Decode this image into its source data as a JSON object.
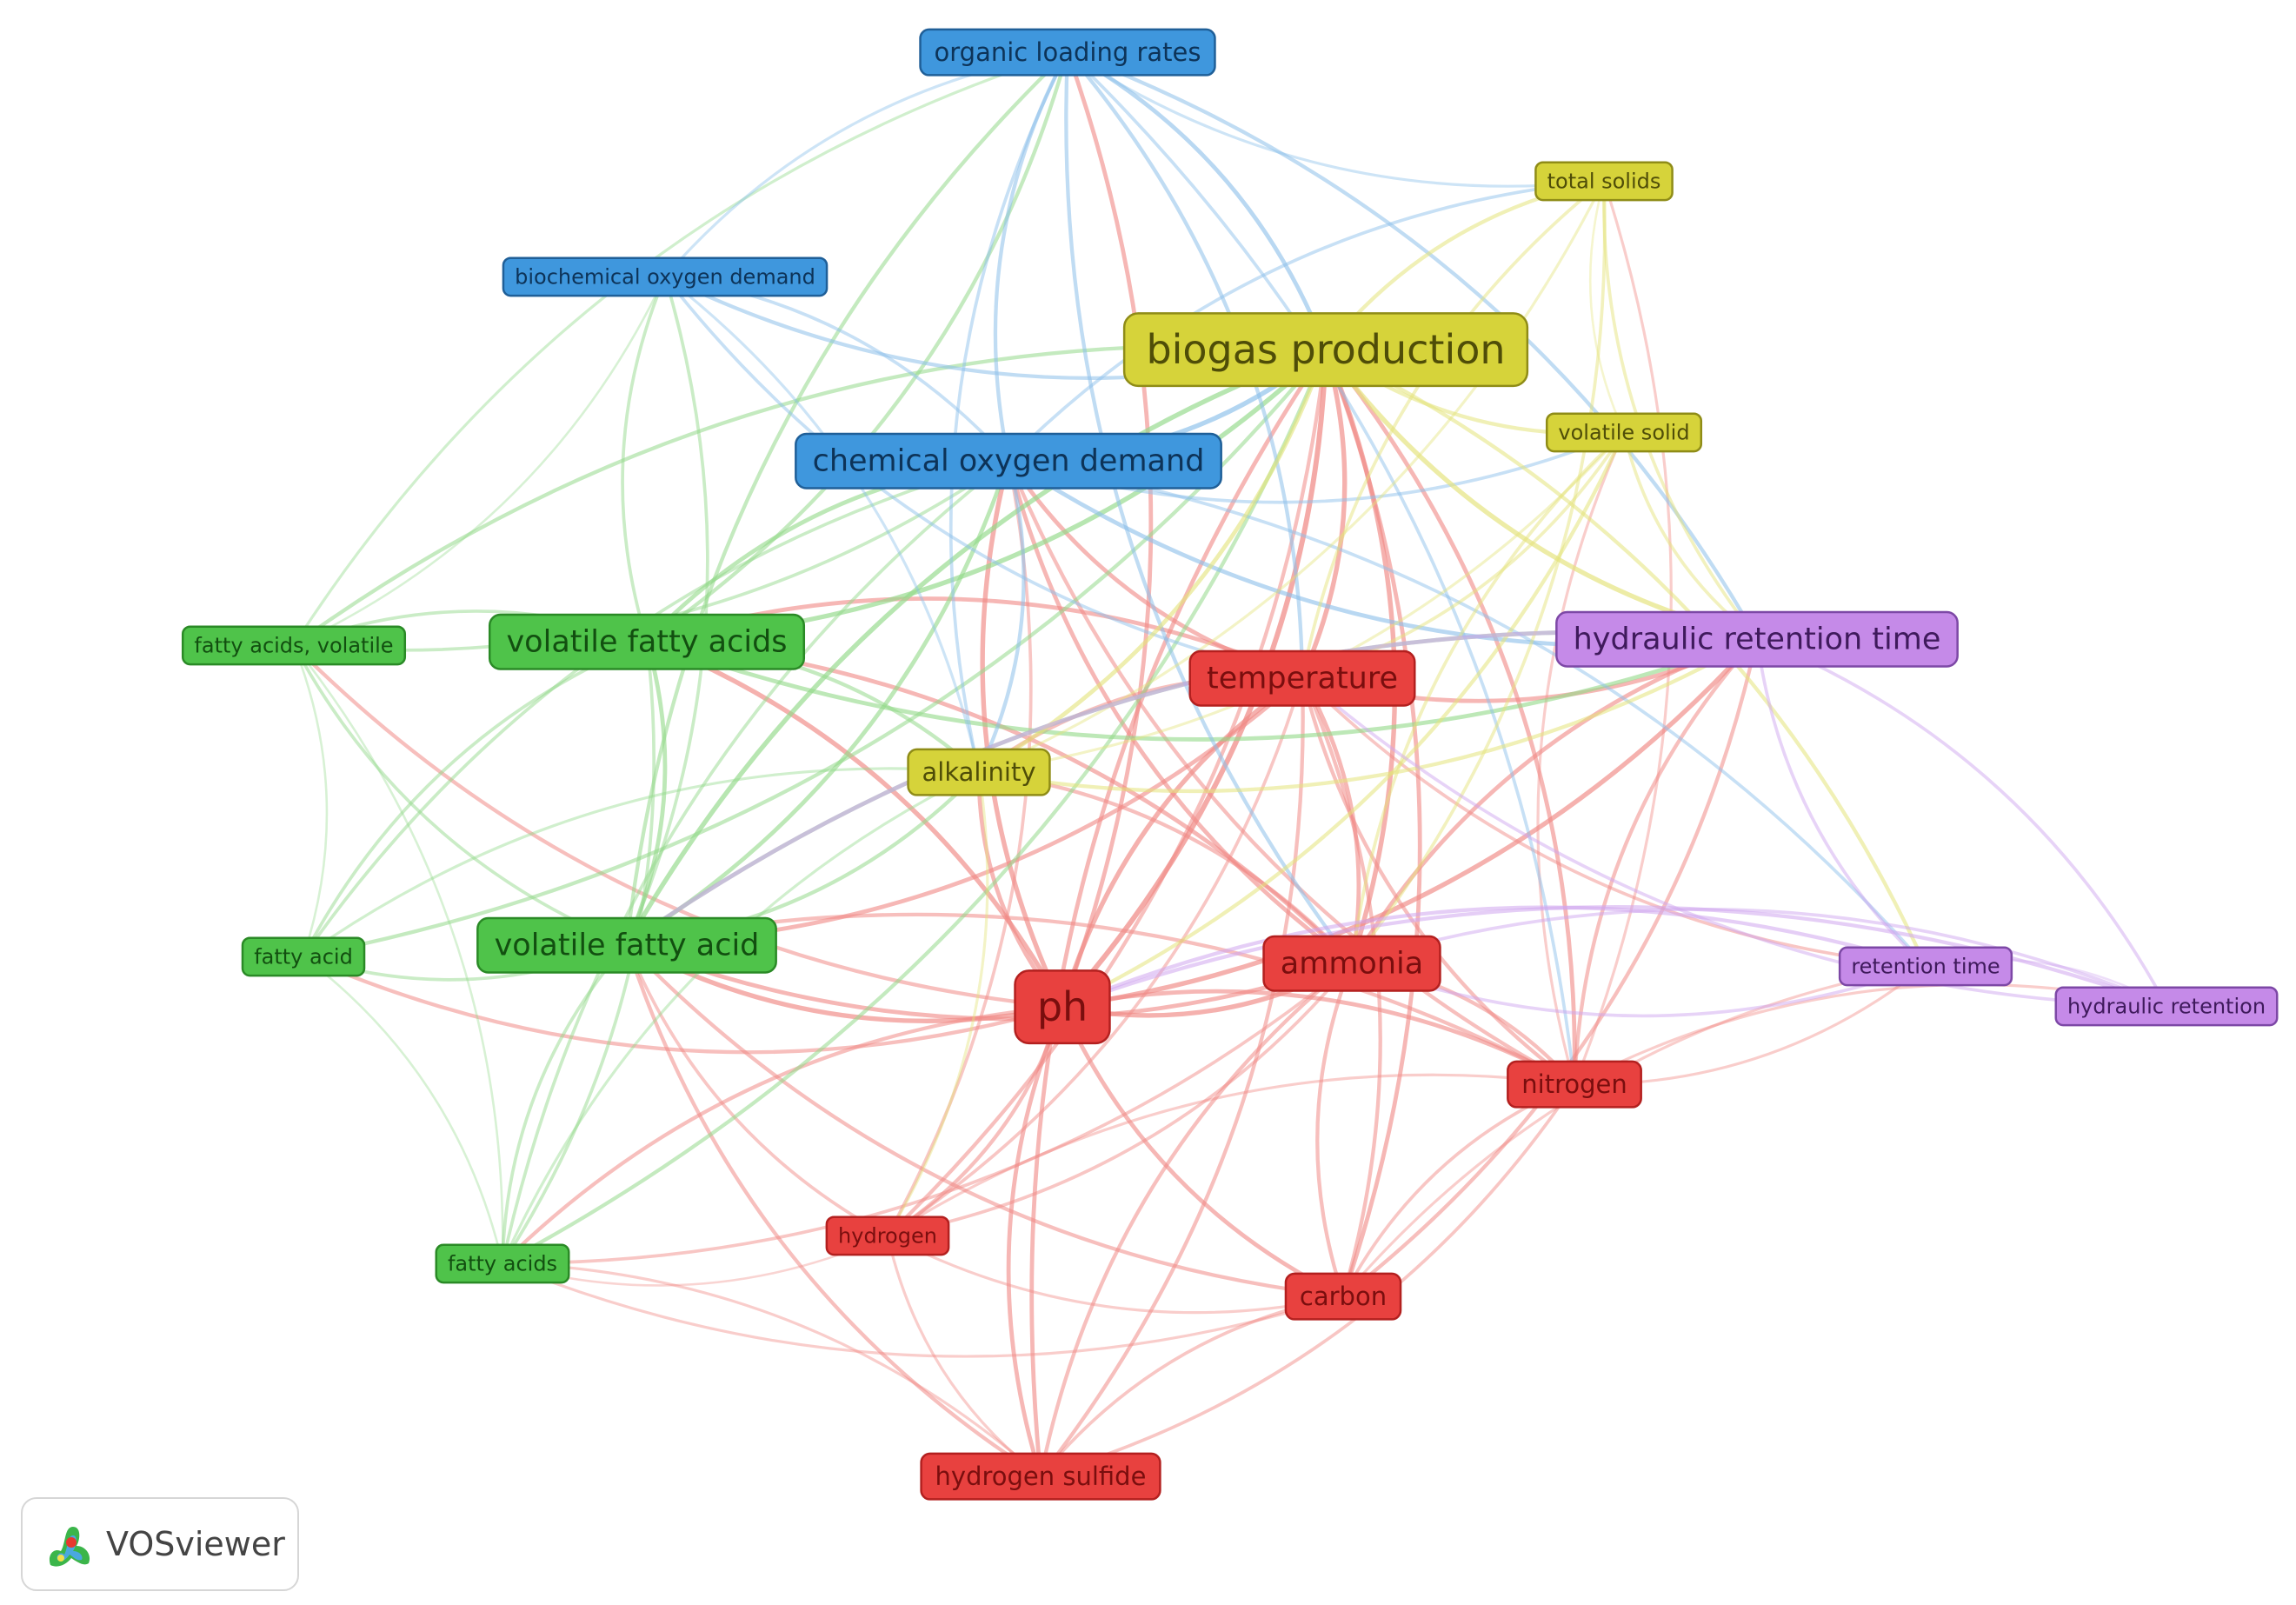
{
  "app": {
    "brand_name": "VOSviewer",
    "logo_icon": "vosviewer-logo-icon"
  },
  "clusters": {
    "red": {
      "fill": "#e8413f",
      "border": "#b3201f",
      "text": "#7a0e0e",
      "link": "#f08a86"
    },
    "green": {
      "fill": "#4fc34a",
      "border": "#2a8a26",
      "text": "#124f10",
      "link": "#93d98a"
    },
    "blue": {
      "fill": "#3f97dd",
      "border": "#1f5f98",
      "text": "#0d3358",
      "link": "#8cc0ea"
    },
    "yellow": {
      "fill": "#d6d33a",
      "border": "#8f8c17",
      "text": "#4f4d08",
      "link": "#e4e37a"
    },
    "purple": {
      "fill": "#c58ae8",
      "border": "#7d48a6",
      "text": "#3f1a5c",
      "link": "#cfa6ee"
    }
  },
  "nodes": [
    {
      "id": "olr",
      "label": "organic loading rates",
      "cluster": "blue",
      "weight": 2
    },
    {
      "id": "bod",
      "label": "biochemical oxygen demand",
      "cluster": "blue",
      "weight": 1
    },
    {
      "id": "cod",
      "label": "chemical oxygen demand",
      "cluster": "blue",
      "weight": 3
    },
    {
      "id": "ts",
      "label": "total solids",
      "cluster": "yellow",
      "weight": 1
    },
    {
      "id": "bp",
      "label": "biogas production",
      "cluster": "yellow",
      "weight": 4
    },
    {
      "id": "vs",
      "label": "volatile solid",
      "cluster": "yellow",
      "weight": 1
    },
    {
      "id": "alk",
      "label": "alkalinity",
      "cluster": "yellow",
      "weight": 2
    },
    {
      "id": "fav",
      "label": "fatty acids, volatile",
      "cluster": "green",
      "weight": 1
    },
    {
      "id": "vfas",
      "label": "volatile fatty acids",
      "cluster": "green",
      "weight": 3
    },
    {
      "id": "fa",
      "label": "fatty acid",
      "cluster": "green",
      "weight": 1
    },
    {
      "id": "vfa",
      "label": "volatile fatty acid",
      "cluster": "green",
      "weight": 3
    },
    {
      "id": "fas",
      "label": "fatty acids",
      "cluster": "green",
      "weight": 1
    },
    {
      "id": "temp",
      "label": "temperature",
      "cluster": "red",
      "weight": 3
    },
    {
      "id": "amm",
      "label": "ammonia",
      "cluster": "red",
      "weight": 3
    },
    {
      "id": "ph",
      "label": "ph",
      "cluster": "red",
      "weight": 4
    },
    {
      "id": "nit",
      "label": "nitrogen",
      "cluster": "red",
      "weight": 2
    },
    {
      "id": "hyd",
      "label": "hydrogen",
      "cluster": "red",
      "weight": 1
    },
    {
      "id": "carb",
      "label": "carbon",
      "cluster": "red",
      "weight": 2
    },
    {
      "id": "h2s",
      "label": "hydrogen sulfide",
      "cluster": "red",
      "weight": 2
    },
    {
      "id": "hrt",
      "label": "hydraulic retention time",
      "cluster": "purple",
      "weight": 3
    },
    {
      "id": "rt",
      "label": "retention time",
      "cluster": "purple",
      "weight": 1
    },
    {
      "id": "hr",
      "label": "hydraulic retention",
      "cluster": "purple",
      "weight": 1
    }
  ],
  "links": [
    [
      "ph",
      "temp"
    ],
    [
      "ph",
      "amm"
    ],
    [
      "ph",
      "nit"
    ],
    [
      "ph",
      "carb"
    ],
    [
      "ph",
      "hyd"
    ],
    [
      "ph",
      "h2s"
    ],
    [
      "ph",
      "vfa"
    ],
    [
      "ph",
      "vfas"
    ],
    [
      "ph",
      "cod"
    ],
    [
      "ph",
      "bp"
    ],
    [
      "ph",
      "alk"
    ],
    [
      "ph",
      "hrt"
    ],
    [
      "ph",
      "fa"
    ],
    [
      "ph",
      "fas"
    ],
    [
      "ph",
      "fav"
    ],
    [
      "ph",
      "olr"
    ],
    [
      "temp",
      "amm"
    ],
    [
      "temp",
      "nit"
    ],
    [
      "temp",
      "carb"
    ],
    [
      "temp",
      "bp"
    ],
    [
      "temp",
      "vfa"
    ],
    [
      "temp",
      "vfas"
    ],
    [
      "temp",
      "cod"
    ],
    [
      "temp",
      "hrt"
    ],
    [
      "temp",
      "hyd"
    ],
    [
      "temp",
      "alk"
    ],
    [
      "temp",
      "h2s"
    ],
    [
      "temp",
      "rt"
    ],
    [
      "amm",
      "nit"
    ],
    [
      "amm",
      "carb"
    ],
    [
      "amm",
      "vfa"
    ],
    [
      "amm",
      "vfas"
    ],
    [
      "amm",
      "cod"
    ],
    [
      "amm",
      "bp"
    ],
    [
      "amm",
      "hrt"
    ],
    [
      "amm",
      "h2s"
    ],
    [
      "amm",
      "hyd"
    ],
    [
      "amm",
      "alk"
    ],
    [
      "amm",
      "fas"
    ],
    [
      "nit",
      "carb"
    ],
    [
      "nit",
      "hrt"
    ],
    [
      "nit",
      "rt"
    ],
    [
      "nit",
      "hr"
    ],
    [
      "nit",
      "bp"
    ],
    [
      "nit",
      "cod"
    ],
    [
      "nit",
      "vfa"
    ],
    [
      "nit",
      "h2s"
    ],
    [
      "nit",
      "hyd"
    ],
    [
      "nit",
      "vs"
    ],
    [
      "nit",
      "ts"
    ],
    [
      "carb",
      "hyd"
    ],
    [
      "carb",
      "h2s"
    ],
    [
      "carb",
      "vfa"
    ],
    [
      "carb",
      "hrt"
    ],
    [
      "carb",
      "fas"
    ],
    [
      "carb",
      "bp"
    ],
    [
      "carb",
      "rt"
    ],
    [
      "hyd",
      "h2s"
    ],
    [
      "hyd",
      "vfa"
    ],
    [
      "hyd",
      "cod"
    ],
    [
      "hyd",
      "fas"
    ],
    [
      "hyd",
      "bp"
    ],
    [
      "h2s",
      "vfa"
    ],
    [
      "h2s",
      "fas"
    ],
    [
      "h2s",
      "bp"
    ],
    [
      "vfa",
      "vfas"
    ],
    [
      "vfa",
      "fa"
    ],
    [
      "vfa",
      "fas"
    ],
    [
      "vfa",
      "fav"
    ],
    [
      "vfa",
      "cod"
    ],
    [
      "vfa",
      "bp"
    ],
    [
      "vfa",
      "alk"
    ],
    [
      "vfa",
      "olr"
    ],
    [
      "vfa",
      "bod"
    ],
    [
      "vfa",
      "hrt"
    ],
    [
      "vfas",
      "fa"
    ],
    [
      "vfas",
      "fas"
    ],
    [
      "vfas",
      "fav"
    ],
    [
      "vfas",
      "cod"
    ],
    [
      "vfas",
      "bp"
    ],
    [
      "vfas",
      "alk"
    ],
    [
      "vfas",
      "olr"
    ],
    [
      "vfas",
      "bod"
    ],
    [
      "vfas",
      "hrt"
    ],
    [
      "fa",
      "fas"
    ],
    [
      "fa",
      "fav"
    ],
    [
      "fa",
      "cod"
    ],
    [
      "fa",
      "bp"
    ],
    [
      "fa",
      "alk"
    ],
    [
      "fas",
      "fav"
    ],
    [
      "fas",
      "cod"
    ],
    [
      "fas",
      "bp"
    ],
    [
      "fas",
      "alk"
    ],
    [
      "fav",
      "cod"
    ],
    [
      "fav",
      "bp"
    ],
    [
      "fav",
      "bod"
    ],
    [
      "fav",
      "olr"
    ],
    [
      "cod",
      "bod"
    ],
    [
      "cod",
      "olr"
    ],
    [
      "cod",
      "bp"
    ],
    [
      "cod",
      "alk"
    ],
    [
      "cod",
      "hrt"
    ],
    [
      "cod",
      "ts"
    ],
    [
      "cod",
      "vs"
    ],
    [
      "cod",
      "rt"
    ],
    [
      "olr",
      "bod"
    ],
    [
      "olr",
      "bp"
    ],
    [
      "olr",
      "alk"
    ],
    [
      "olr",
      "hrt"
    ],
    [
      "olr",
      "ts"
    ],
    [
      "olr",
      "temp"
    ],
    [
      "olr",
      "amm"
    ],
    [
      "olr",
      "nit"
    ],
    [
      "bod",
      "bp"
    ],
    [
      "bod",
      "alk"
    ],
    [
      "bod",
      "temp"
    ],
    [
      "bp",
      "ts"
    ],
    [
      "bp",
      "vs"
    ],
    [
      "bp",
      "alk"
    ],
    [
      "bp",
      "hrt"
    ],
    [
      "bp",
      "rt"
    ],
    [
      "ts",
      "vs"
    ],
    [
      "ts",
      "alk"
    ],
    [
      "ts",
      "hrt"
    ],
    [
      "ts",
      "amm"
    ],
    [
      "ts",
      "temp"
    ],
    [
      "vs",
      "alk"
    ],
    [
      "vs",
      "hrt"
    ],
    [
      "vs",
      "temp"
    ],
    [
      "vs",
      "amm"
    ],
    [
      "vs",
      "ph"
    ],
    [
      "alk",
      "hrt"
    ],
    [
      "alk",
      "hyd"
    ],
    [
      "hrt",
      "rt"
    ],
    [
      "hrt",
      "hr"
    ],
    [
      "hrt",
      "vfa"
    ],
    [
      "rt",
      "hr"
    ],
    [
      "rt",
      "ph"
    ],
    [
      "rt",
      "amm"
    ],
    [
      "hr",
      "ph"
    ],
    [
      "hr",
      "temp"
    ],
    [
      "hr",
      "amm"
    ]
  ]
}
